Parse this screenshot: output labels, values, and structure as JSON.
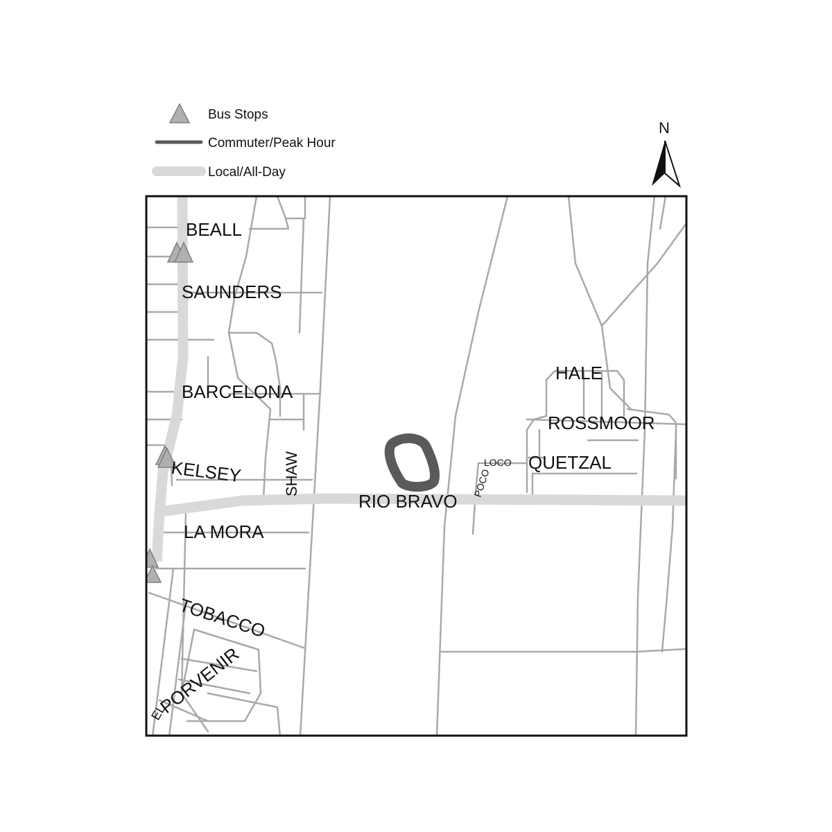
{
  "legend": {
    "bus_stops": "Bus Stops",
    "commuter": "Commuter/Peak Hour",
    "local": "Local/All-Day"
  },
  "north_arrow": {
    "label": "N"
  },
  "streets": {
    "beall": "BEALL",
    "saunders": "SAUNDERS",
    "barcelona": "BARCELONA",
    "kelsey": "KELSEY",
    "shaw": "SHAW",
    "rio_bravo": "RIO BRAVO",
    "la_mora": "LA MORA",
    "tobacco": "TOBACCO",
    "porvenir": "PORVENIR",
    "hale": "HALE",
    "rossmoor": "ROSSMOOR",
    "quetzal": "QUETZAL",
    "loco": "LOCO",
    "poco": "POCO",
    "el": "EL"
  },
  "colors": {
    "road": "#a9a9a9",
    "local_route": "#d9d9d9",
    "commuter_route": "#5a5a5a",
    "bus_stop": "#b0b0b0",
    "frame": "#111111"
  }
}
